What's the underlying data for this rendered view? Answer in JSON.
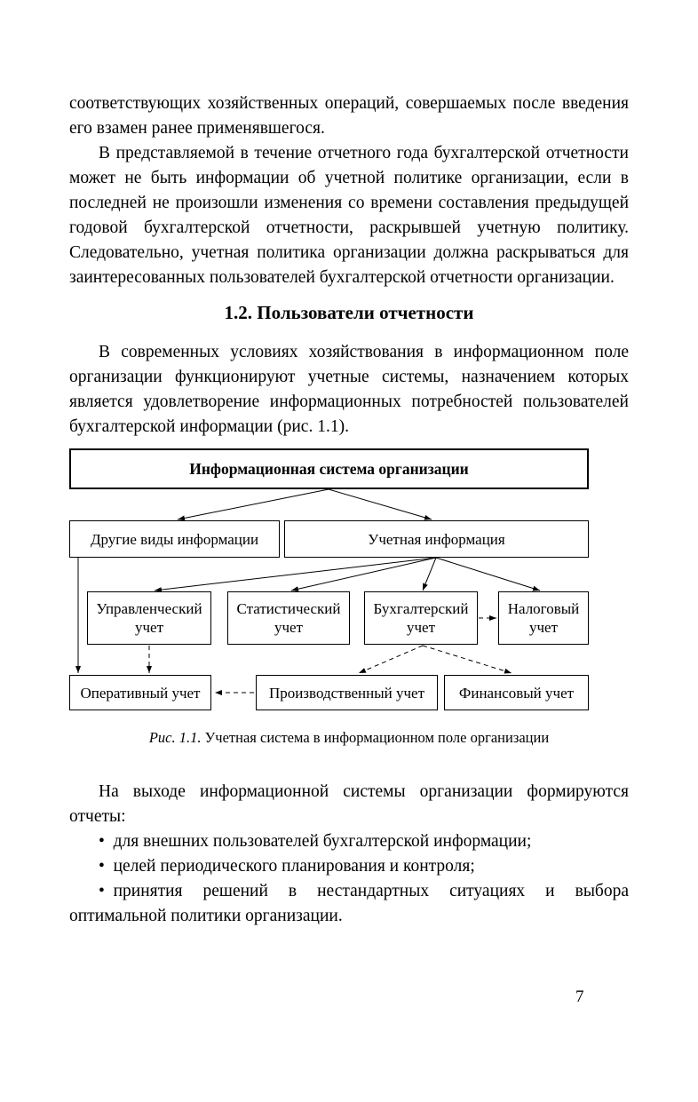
{
  "page": {
    "number": "7"
  },
  "content": {
    "para1": "соответствующих хозяйственных операций, совершаемых по­сле введения его взамен ранее применявшегося.",
    "para2": "В представляемой в течение отчетного года бухгалтерской отчетности может не быть информации об учетной политике организации, если в последней не произошли изменения со времени составления предыдущей годовой бухгалтерской от­четности, раскрывшей учетную политику. Следовательно, учетная политика организации должна раскрываться для за­интересованных пользователей бухгалтерской отчетности ор­ганизации.",
    "heading": "1.2. Пользователи отчетности",
    "para3": "В современных условиях хозяйствования в информацион­ном поле организации функционируют учетные системы, на­значением которых является удовлетворение информацион­ных потребностей пользователей бухгалтерской информации (рис. 1.1).",
    "caption_label": "Рис. 1.1.",
    "caption_text": "Учетная система в информационном поле организации",
    "para4": "На выходе информационной системы организации форми­руются отчеты:",
    "bullets": [
      "для внешних пользователей бухгалтерской информации;",
      "целей периодического планирования и контроля;",
      "принятия решений в нестандартных ситуациях и выбора оптимальной политики организации."
    ]
  },
  "diagram": {
    "root": "Информационная система организации",
    "level2": {
      "other": "Другие виды информации",
      "accounting_info": "Учетная информация"
    },
    "level3": {
      "management": "Управленческий учет",
      "statistical": "Статистический учет",
      "accounting": "Бухгалтерский учет",
      "tax": "Налоговый учет"
    },
    "level4": {
      "operational": "Оперативный учет",
      "production": "Производственный учет",
      "financial": "Финансовый учет"
    }
  }
}
